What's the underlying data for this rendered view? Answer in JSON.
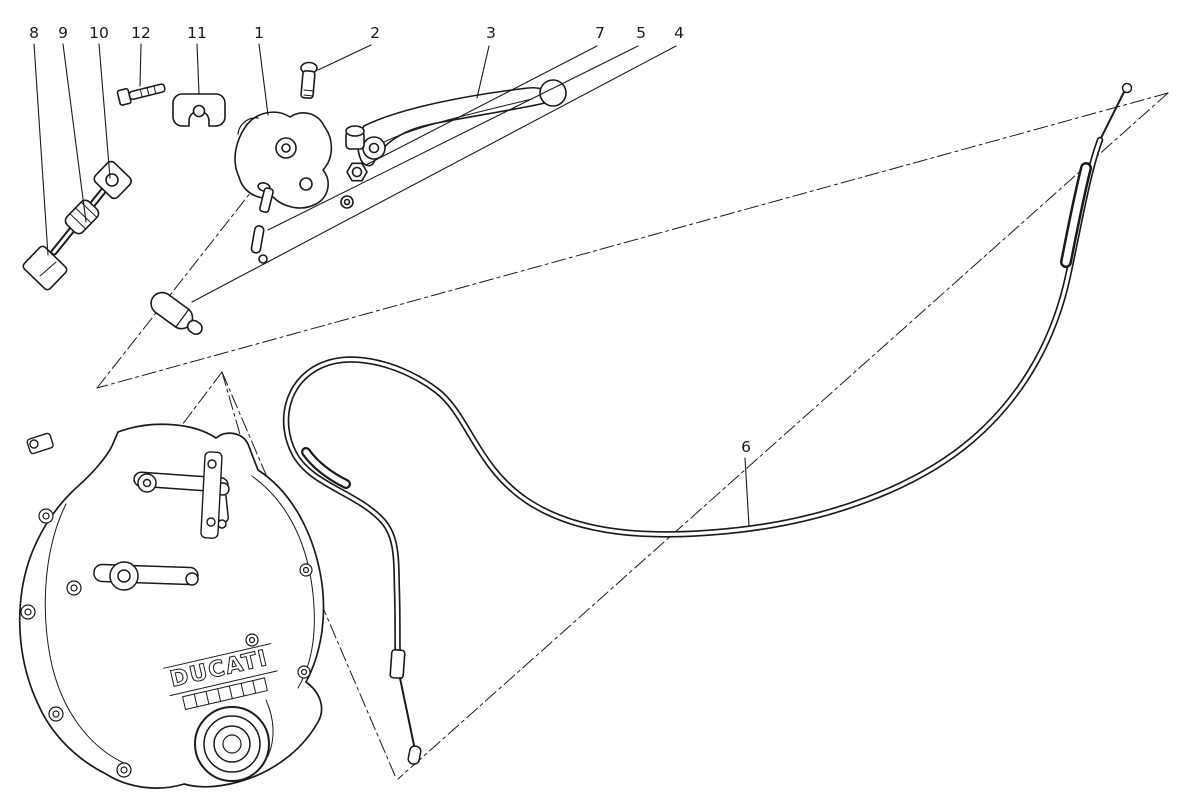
{
  "diagram": {
    "background": "#ffffff",
    "line_color": "#1a1a1a",
    "engine_badge": "DUCATI",
    "callouts": [
      {
        "id": "8",
        "label": "8"
      },
      {
        "id": "9",
        "label": "9"
      },
      {
        "id": "10",
        "label": "10"
      },
      {
        "id": "12",
        "label": "12"
      },
      {
        "id": "11",
        "label": "11"
      },
      {
        "id": "1",
        "label": "1"
      },
      {
        "id": "2",
        "label": "2"
      },
      {
        "id": "3",
        "label": "3"
      },
      {
        "id": "7",
        "label": "7"
      },
      {
        "id": "5",
        "label": "5"
      },
      {
        "id": "4",
        "label": "4"
      },
      {
        "id": "6",
        "label": "6"
      }
    ]
  }
}
